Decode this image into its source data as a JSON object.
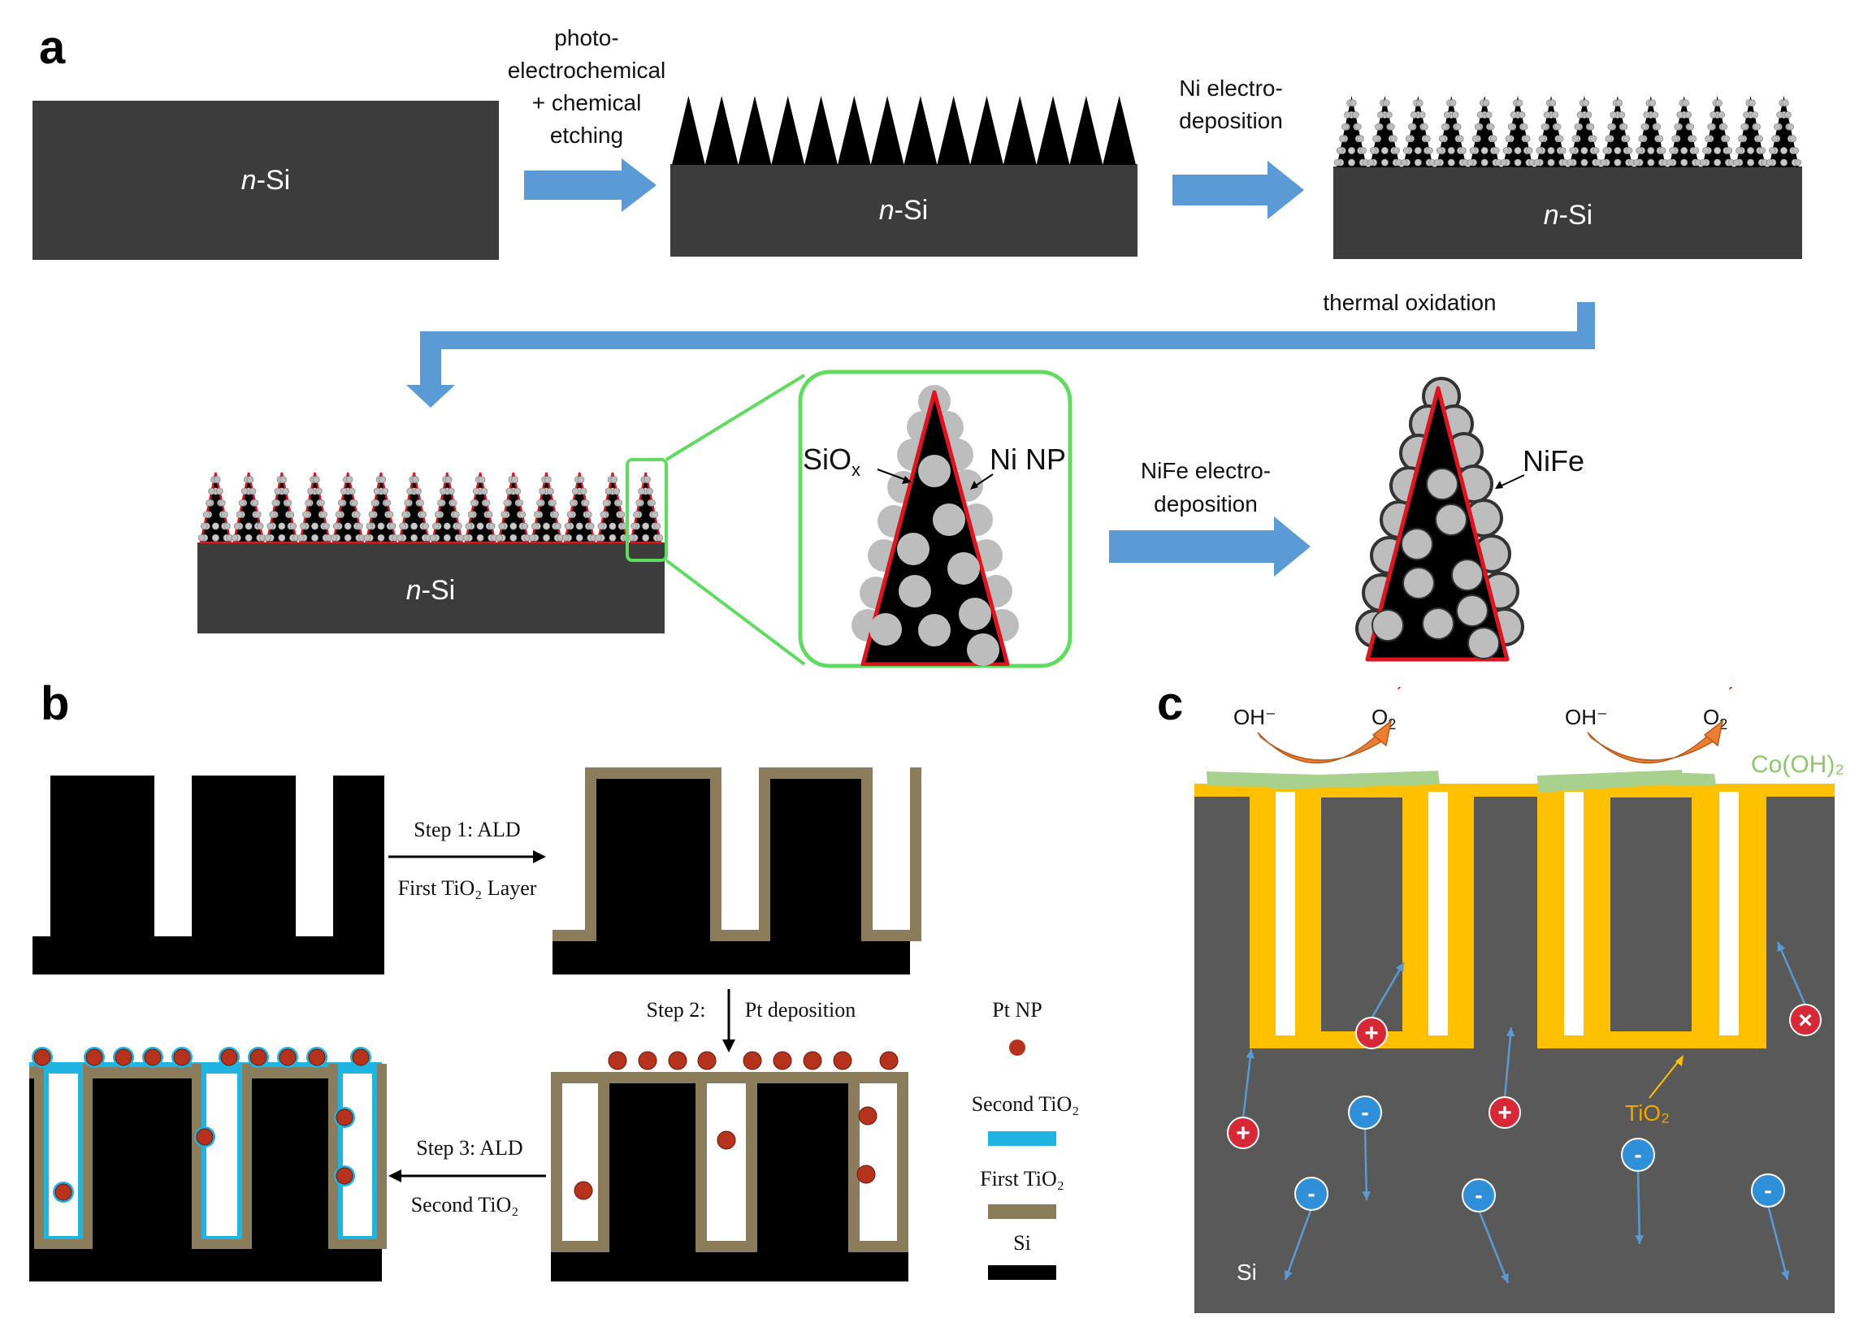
{
  "panels": {
    "a": {
      "label": "a",
      "substrate": "n-Si",
      "substrate_italic": "n",
      "substrate_rest": "-Si",
      "step1_lines": [
        "photo-",
        "electrochemical",
        "+ chemical",
        "etching"
      ],
      "step2_lines": [
        "Ni electro-",
        "deposition"
      ],
      "step3": "thermal oxidation",
      "step4_lines": [
        "NiFe electro-",
        "deposition"
      ],
      "zoom_labels": {
        "siox_main": "SiO",
        "siox_sub": "x",
        "ni_np": "Ni NP"
      },
      "nife_label": "NiFe"
    },
    "b": {
      "label": "b",
      "step1_top": "Step 1: ALD",
      "step1_bottom": "First TiO₂ Layer",
      "step2_left": "Step 2:",
      "step2_right": "Pt deposition",
      "step3_top": "Step 3:  ALD",
      "step3_bottom": "Second TiO₂",
      "legend": [
        {
          "label": "Pt NP",
          "color": "#b5321c"
        },
        {
          "label": "Second TiO₂",
          "color": "#1fb4e2"
        },
        {
          "label": "First TiO₂",
          "color": "#8b7c5c"
        },
        {
          "label": "Si",
          "color": "#000000"
        }
      ]
    },
    "c": {
      "label": "c",
      "oh_left": "OH⁻",
      "o2_left_main": "O",
      "o2_left_sub": "2",
      "oh_right": "OH⁻",
      "o2_right_main": "O",
      "o2_right_sub": "2",
      "cooh": "Co(OH)₂",
      "tio2": "TiO₂",
      "si": "Si",
      "plus_sign": "+",
      "minus_sign": "-",
      "cross_sign": "×"
    }
  },
  "colors": {
    "dark_si": "#3c3c3c",
    "arrow_blue": "#5b9bd5",
    "zoom_green": "#5fdc5f",
    "red_shell": "#e0141e",
    "np_gray": "#bdbdbd",
    "tio2_gold": "#ffc000",
    "cooh_green": "#a9d18e",
    "panel_c_bg": "#595959",
    "hole_red": "#d62836",
    "electron_blue": "#2f8fd8",
    "oh_arrow": "#ed7d31",
    "tio2_label": "#f0a500",
    "cooh_label": "#8fc86a"
  }
}
